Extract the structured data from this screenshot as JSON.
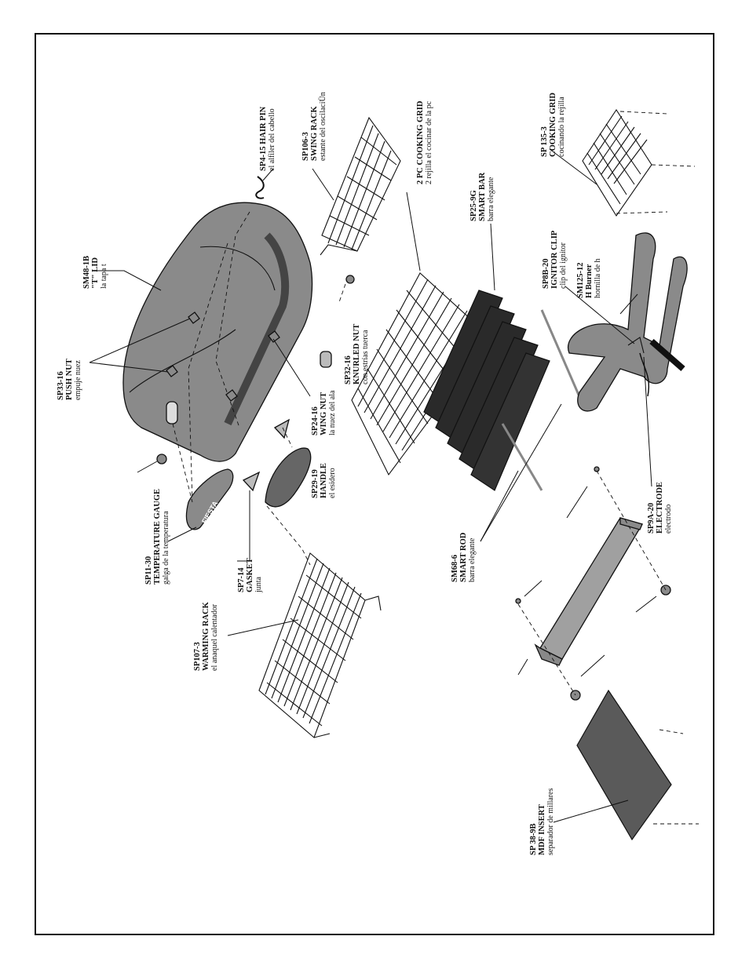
{
  "parts": [
    {
      "id": "sp4-15",
      "code": "SP4-15 HAIR PIN",
      "name": "",
      "es": "el alfiler del cabello"
    },
    {
      "id": "sp106-3",
      "code": "SP106-3",
      "name": "SWING RACK",
      "es": "estante del oscilaciÜn"
    },
    {
      "id": "sm48-1b",
      "code": "SM48-1B",
      "name": "\"T\" LID",
      "es": "la tapa t"
    },
    {
      "id": "pc-grid",
      "code": "2 PC COOKING GRID",
      "name": "",
      "es": "2 rejilla el cocinar de la pc"
    },
    {
      "id": "sp135-3",
      "code": "SP 135-3",
      "name": "COOKING GRID",
      "es": "cocinando la rejilla"
    },
    {
      "id": "sp25-9g",
      "code": "SP25-9G",
      "name": "SMART BAR",
      "es": "barra elegante"
    },
    {
      "id": "sp8b-20",
      "code": "SP8B-20",
      "name": "IGNITOR CLIP",
      "es": "clip del ignitor"
    },
    {
      "id": "sm125-12",
      "code": "SM125-12",
      "name": "H Burner",
      "es": "hornilla de h"
    },
    {
      "id": "sp33-16",
      "code": "SP33-16",
      "name": "PUSH NUT",
      "es": "empuje nuez"
    },
    {
      "id": "sp32-16",
      "code": "SP32-16",
      "name": "KNURLED NUT",
      "es": "con estrías tuerca"
    },
    {
      "id": "sp24-16",
      "code": "SP24-16",
      "name": "WING NUT",
      "es": "la nuez del ala"
    },
    {
      "id": "sp29-19",
      "code": "SP29-19",
      "name": "HANDLE",
      "es": "el esidero"
    },
    {
      "id": "sp11-30",
      "code": "SP11-30",
      "name": "TEMPERATURE GAUGE",
      "es": "galga de la temperatura"
    },
    {
      "id": "sp7-14",
      "code": "SP7-14",
      "name": "GASKET",
      "es": "junta"
    },
    {
      "id": "sp107-3",
      "code": "SP107-3",
      "name": "WARMING RACK",
      "es": "el anaquel calentador"
    },
    {
      "id": "sm68-6",
      "code": "SM68-6",
      "name": "SMART ROD",
      "es": "barra elegante"
    },
    {
      "id": "sp9a-20",
      "code": "SP9A-20",
      "name": "ELECTRODE",
      "es": "electrodo"
    },
    {
      "id": "sp38-9b",
      "code": "SP 38-9B",
      "name": "MDF INSERT",
      "es": "separador de millares"
    }
  ],
  "gauge_brand": "FIESTA"
}
